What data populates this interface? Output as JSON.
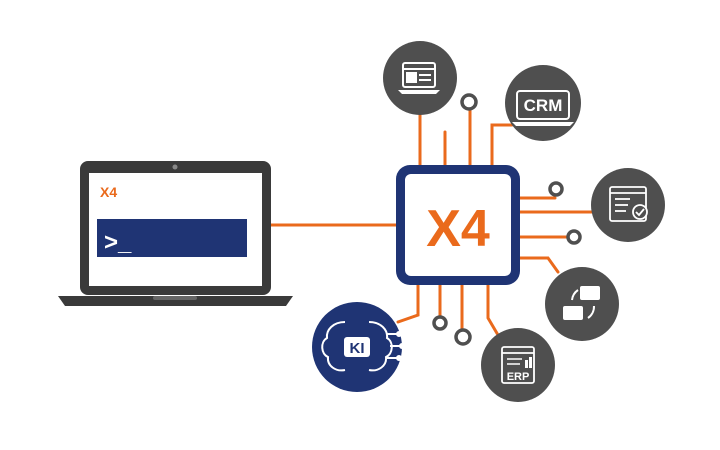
{
  "laptop": {
    "logo": "X4",
    "prompt": ">_"
  },
  "chip": {
    "logo": "X4"
  },
  "nodes": {
    "crm": {
      "label": "CRM",
      "icon": "crm-icon"
    },
    "erp": {
      "label": "ERP",
      "icon": "erp-document-icon"
    },
    "ki": {
      "label": "KI",
      "icon": "ai-brain-icon"
    },
    "web": {
      "icon": "web-browser-icon"
    },
    "checklist": {
      "icon": "checklist-icon"
    },
    "chat": {
      "icon": "chat-cycle-icon"
    }
  },
  "colors": {
    "navy": "#1f3474",
    "orange": "#ea6a1c",
    "dark_gray": "#4f4f4f",
    "laptop_gray": "#3a3a3a",
    "white": "#ffffff"
  }
}
